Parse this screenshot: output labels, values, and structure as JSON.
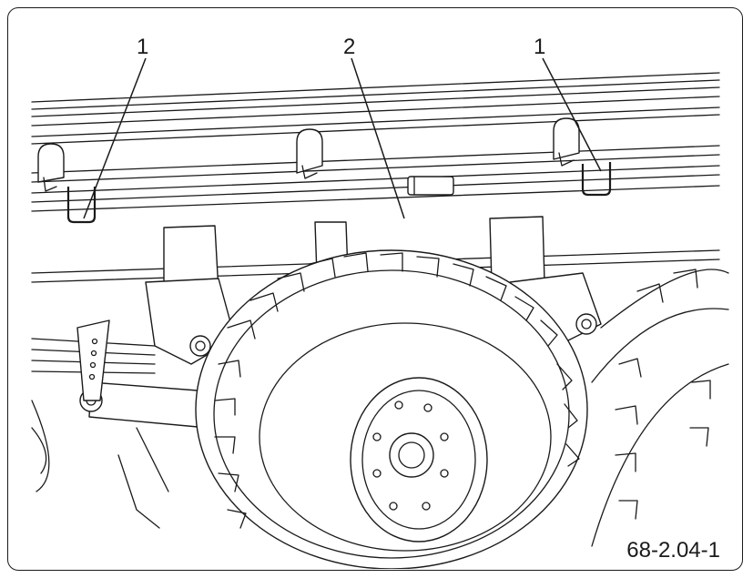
{
  "figure": {
    "callouts": [
      {
        "id": "callout-1-left",
        "text": "1"
      },
      {
        "id": "callout-2",
        "text": "2"
      },
      {
        "id": "callout-1-right",
        "text": "1"
      }
    ],
    "figure_id": "68-2.04-1"
  },
  "colors": {
    "line": "#1a1a1a",
    "background": "#ffffff"
  }
}
